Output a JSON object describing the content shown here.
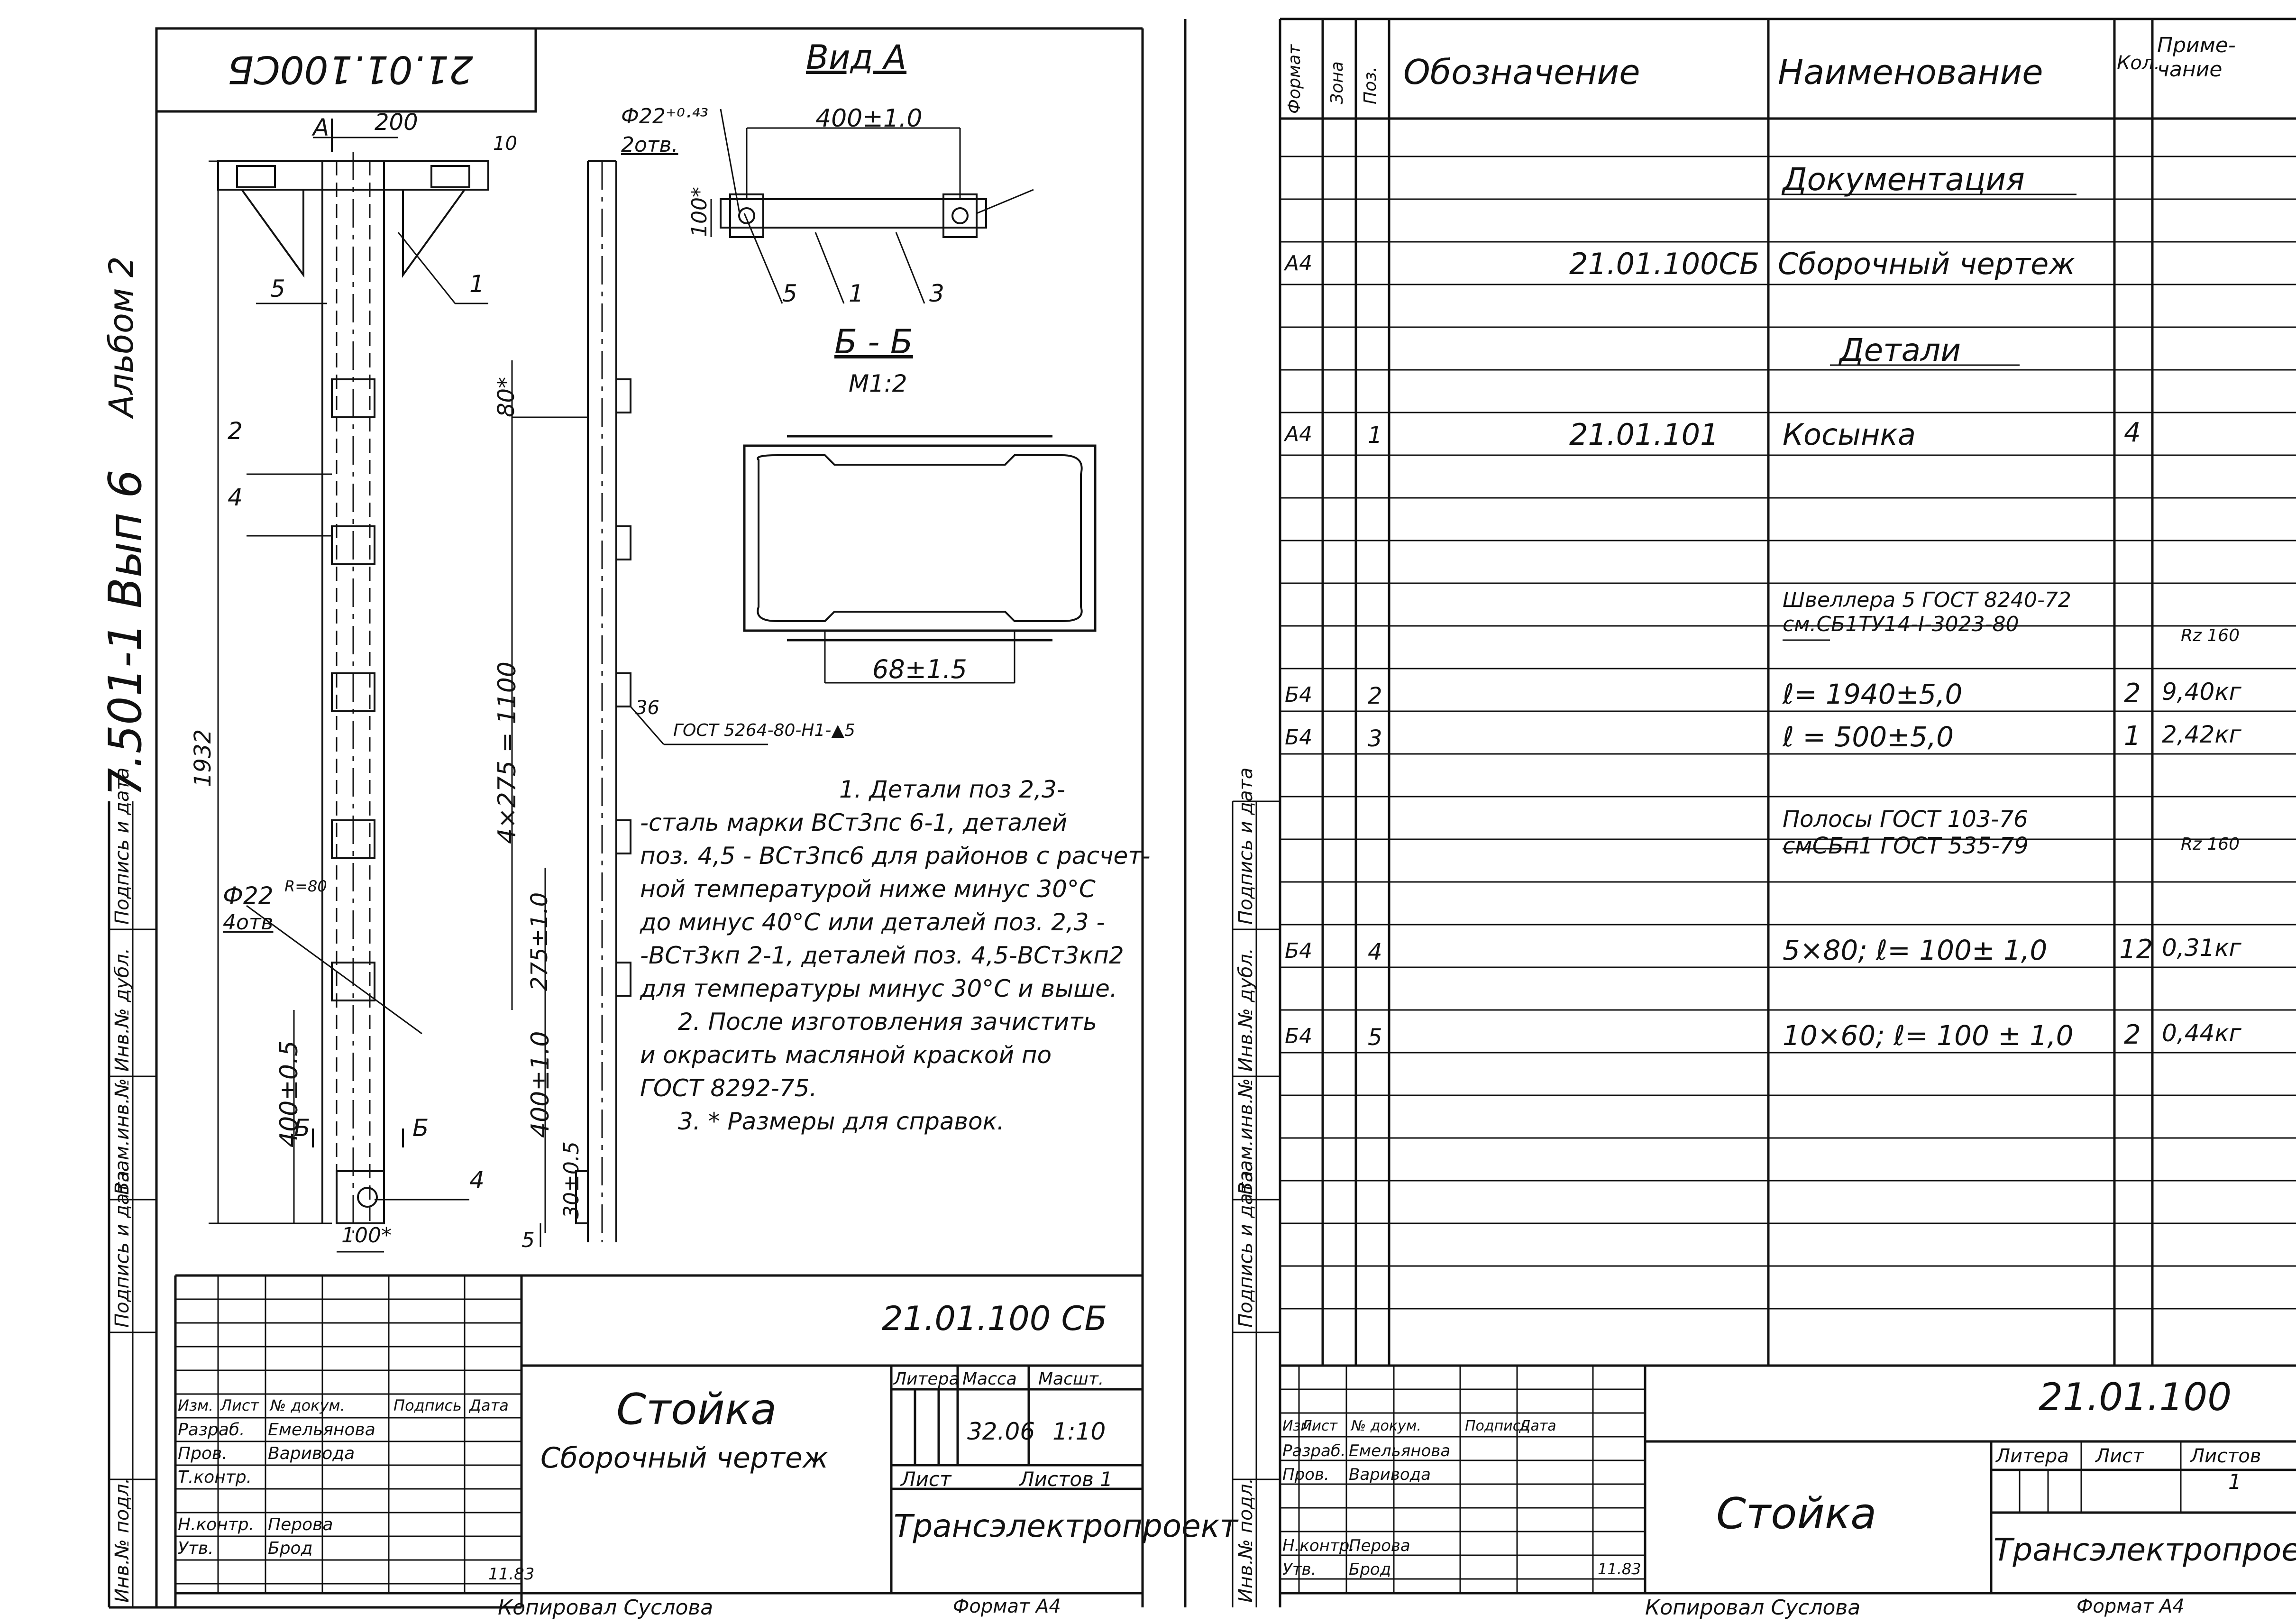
{
  "margin": {
    "album_code": "7.501-1 Вып 6",
    "album_no": "Альбом 2",
    "side_labels": [
      "Подпись и дата",
      "Инв.№ дубл.",
      "Взам.инв.№",
      "Подпись и дата",
      "Инв.№ подл."
    ]
  },
  "left_sheet": {
    "stamp_corner": "21.01.100СБ",
    "drawing": {
      "view_a_title": "Вид А",
      "section_title": "Б - Б",
      "section_scale": "М1:2",
      "dims": {
        "d200": "200",
        "d10": "10",
        "d1932": "1932",
        "d80": "80*",
        "d4x275": "4×275 = 1100",
        "d275": "275±1.0",
        "d400a": "400±1.0",
        "d400b": "400±0.5",
        "d30": "30±0.5",
        "d5": "5",
        "d100b": "100*",
        "d400view": "400±1.0",
        "d100view": "100*",
        "d68": "68±1.5",
        "hole22top": "Ф22⁺⁰·⁴³",
        "hole_count_top": "2отв.",
        "hole22": "Ф22",
        "hole_count": "4отв",
        "r_label": "R=80",
        "weld": "ГОСТ 5264-80-Н1-▲5",
        "weld_num": "36"
      },
      "callouts": {
        "A": "А",
        "B": "Б",
        "p1": "1",
        "p2": "2",
        "p3": "3",
        "p4": "4",
        "p5": "5"
      }
    },
    "notes": [
      "1. Детали поз 2,3-",
      "-сталь марки ВСт3пс 6-1, деталей",
      "поз. 4,5 - ВСт3пс6 для районов с расчет-",
      "ной температурой ниже минус 30°С",
      "до минус 40°С или деталей поз. 2,3 -",
      "-ВСт3кп 2-1, деталей поз. 4,5-ВСт3кп2",
      "для температуры минус 30°С и выше.",
      "2. После изготовления зачистить",
      "и окрасить масляной краской по",
      "ГОСТ 8292-75.",
      "3. * Размеры для справок."
    ],
    "title_block": {
      "code": "21.01.100 СБ",
      "name": "Стойка",
      "subtitle": "Сборочный чертеж",
      "h_litera": "Литера",
      "h_mass": "Масса",
      "h_scale": "Масшт.",
      "mass": "32.06",
      "scale": "1:10",
      "sheet": "Лист",
      "sheets": "Листов 1",
      "org": "Трансэлектропроект",
      "col_heads": [
        "Изм.",
        "Лист",
        "№ докум.",
        "Подпись",
        "Дата"
      ],
      "rows": [
        {
          "role": "Разраб.",
          "name": "Емельянова"
        },
        {
          "role": "Пров.",
          "name": "Варивода"
        },
        {
          "role": "Т.контр.",
          "name": ""
        },
        {
          "role": "Н.контр.",
          "name": "Перова"
        },
        {
          "role": "Утв.",
          "name": "Брод"
        }
      ],
      "date": "11.83"
    },
    "copied": "Копировал Суслова",
    "format": "Формат А4"
  },
  "right_sheet": {
    "headers": [
      "Формат",
      "Зона",
      "Поз.",
      "Обозначение",
      "Наименование",
      "Кол.",
      "Приме-чание"
    ],
    "rows": [
      {
        "format": "",
        "pos": "",
        "designation": "",
        "name": "Документация",
        "qty": "",
        "note": "",
        "underlined": true
      },
      {
        "format": "А4",
        "pos": "",
        "designation": "21.01.100СБ",
        "name": "Сборочный чертеж",
        "qty": "",
        "note": ""
      },
      {
        "format": "",
        "pos": "",
        "designation": "",
        "name": "Детали",
        "qty": "",
        "note": "",
        "underlined": true
      },
      {
        "format": "А4",
        "pos": "1",
        "designation": "21.01.101",
        "name": "Косынка",
        "qty": "4",
        "note": ""
      },
      {
        "format": "",
        "pos": "",
        "designation": "",
        "name": "Швеллера 5 ГОСТ 8240-72 см.СБ1ТУ14-I-3023-80",
        "qty": "",
        "note": "Rz 160"
      },
      {
        "format": "Б4",
        "pos": "2",
        "designation": "",
        "name": "ℓ= 1940±5,0",
        "qty": "2",
        "note": "9,40кг"
      },
      {
        "format": "Б4",
        "pos": "3",
        "designation": "",
        "name": "ℓ = 500±5,0",
        "qty": "1",
        "note": "2,42кг"
      },
      {
        "format": "",
        "pos": "",
        "designation": "",
        "name": "Полосы ГОСТ 103-76 смСБп1 ГОСТ 535-79",
        "qty": "",
        "note": "Rz 160"
      },
      {
        "format": "Б4",
        "pos": "4",
        "designation": "",
        "name": "5×80; ℓ= 100± 1,0",
        "qty": "12",
        "note": "0,31кг"
      },
      {
        "format": "Б4",
        "pos": "5",
        "designation": "",
        "name": "10×60; ℓ= 100 ± 1,0",
        "qty": "2",
        "note": "0,44кг"
      }
    ],
    "title_block": {
      "code": "21.01.100",
      "name": "Стойка",
      "litera": "Литера",
      "sheet": "Лист",
      "sheets": "Листов",
      "sheets_val": "1",
      "org": "Трансэлектропроект",
      "col_heads": [
        "Изм.",
        "Лист",
        "№ докум.",
        "Подпись",
        "Дата"
      ],
      "rows": [
        {
          "role": "Разраб.",
          "name": "Емельянова"
        },
        {
          "role": "Пров.",
          "name": "Варивода"
        },
        {
          "role": "",
          "name": ""
        },
        {
          "role": "Н.контр.",
          "name": "Перова"
        },
        {
          "role": "Утв.",
          "name": "Брод"
        }
      ],
      "date": "11.83"
    },
    "copied": "Копировал Суслова",
    "format": "Формат А4"
  }
}
